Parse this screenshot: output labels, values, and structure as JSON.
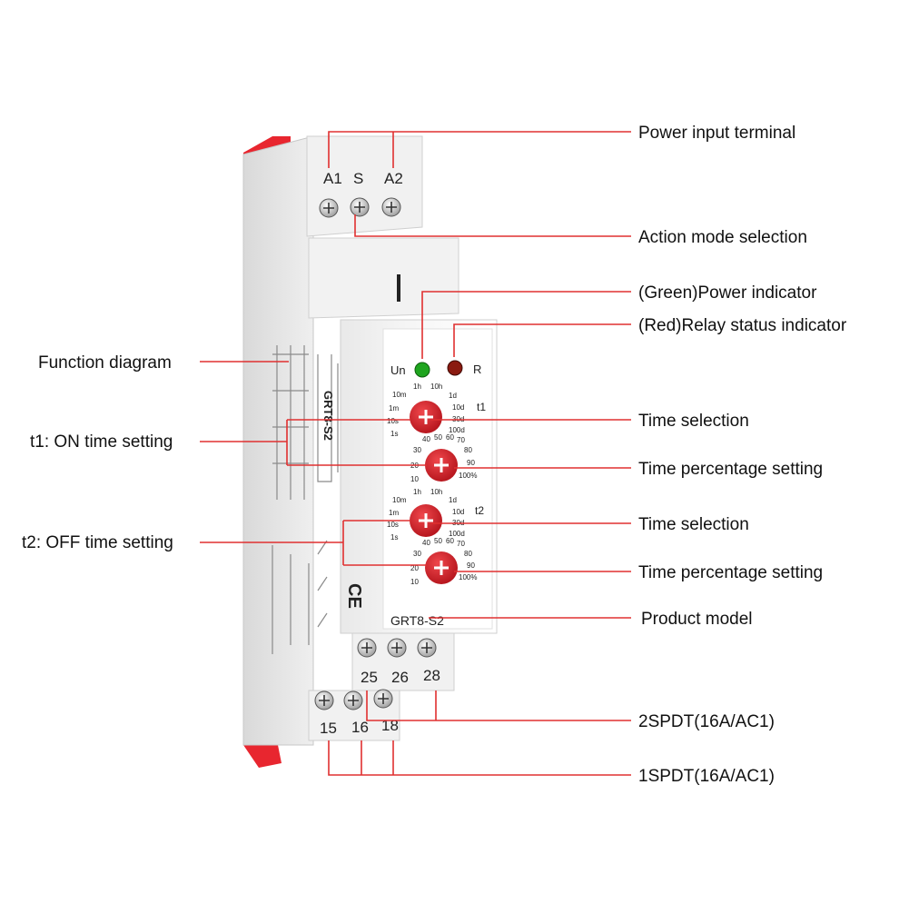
{
  "callouts": {
    "power_input_terminal": "Power input terminal",
    "action_mode_selection": "Action mode selection",
    "green_power_indicator": "(Green)Power indicator",
    "red_relay_status_indicator": "(Red)Relay status indicator",
    "time_selection_t1": "Time selection",
    "time_percentage_setting_t1": "Time percentage setting",
    "time_selection_t2": "Time selection",
    "time_percentage_setting_t2": "Time percentage setting",
    "product_model": "Product model",
    "spdt2": "2SPDT(16A/AC1)",
    "spdt1": "1SPDT(16A/AC1)",
    "function_diagram": "Function diagram",
    "t1_on_time_setting": "t1: ON time setting",
    "t2_off_time_setting": "t2: OFF time setting"
  },
  "device": {
    "terminals_top": [
      "A1",
      "S",
      "A2"
    ],
    "terminals_mid": [
      "25",
      "26",
      "28"
    ],
    "terminals_bottom": [
      "15",
      "16",
      "18"
    ],
    "led_left": "Un",
    "led_right": "R",
    "t1_label": "t1",
    "t2_label": "t2",
    "model": "GRT8-S2",
    "side_model": "GRT8-S2",
    "ce_mark": "CE",
    "range_dial": {
      "left": [
        "10m",
        "1m",
        "10s",
        "1s"
      ],
      "top": [
        "1h",
        "10h"
      ],
      "right": [
        "1d",
        "10d",
        "30d",
        "100d"
      ]
    },
    "percent_dial": {
      "left": [
        "30",
        "20",
        "10"
      ],
      "top": [
        "40",
        "50",
        "60",
        "70"
      ],
      "right": [
        "80",
        "90",
        "100%"
      ]
    }
  },
  "colors": {
    "leader_line": "#e03030",
    "knob": "#d92027",
    "green_led": "#1fa51f",
    "red_led": "#8a1a10",
    "base_red": "#e8262f"
  }
}
